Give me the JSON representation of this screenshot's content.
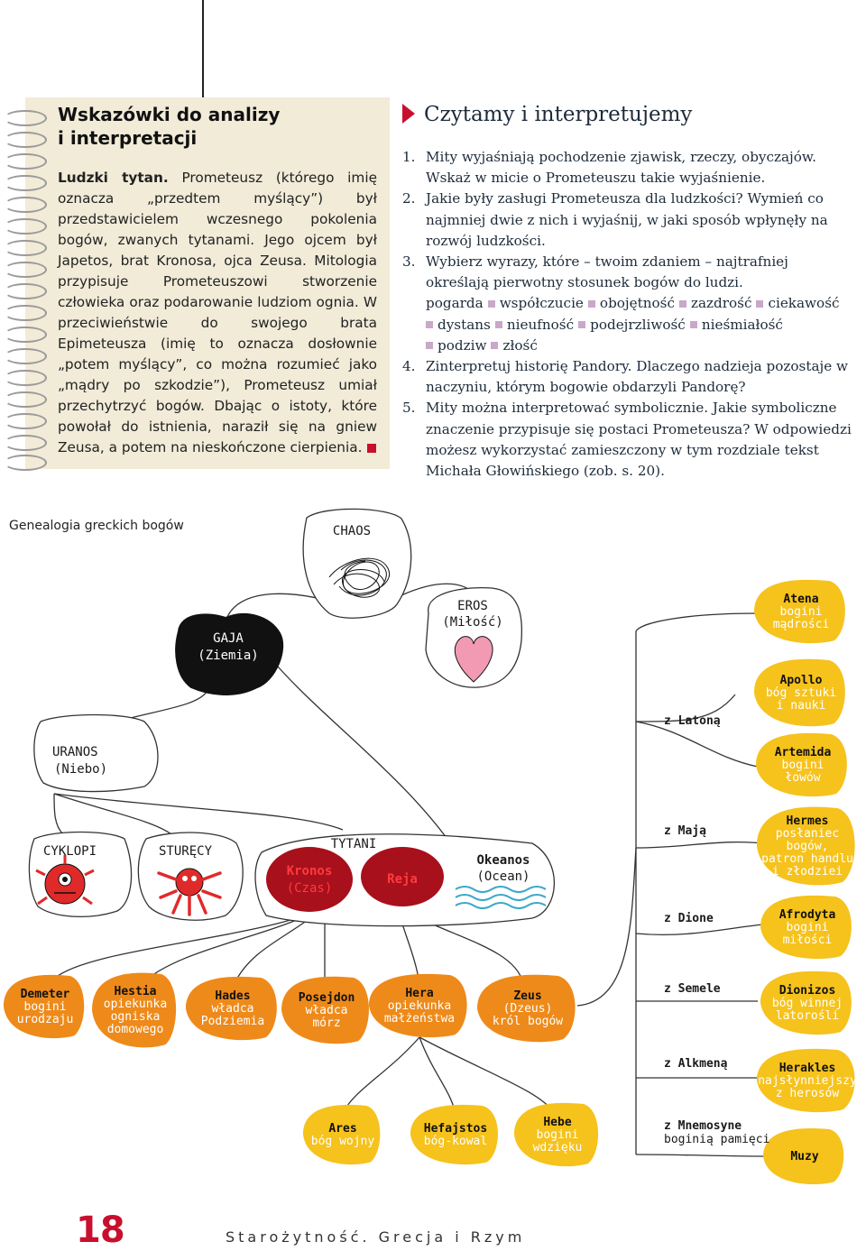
{
  "tips": {
    "title_line1": "Wskazówki do analizy",
    "title_line2": "i interpretacji",
    "lead": "Ludzki tytan.",
    "body": "Prometeusz (którego imię oznacza „przedtem myślący”) był przedstawicielem wczesnego pokolenia bogów, zwanych tytanami. Jego ojcem był Japetos, brat Kronosa, ojca Zeusa. Mitologia przypisuje Prometeuszowi stworzenie człowieka oraz podarowanie ludziom ognia. W przeciwieństwie do swojego brata Epimeteusza (imię to oznacza dosłownie „potem myślący”, co można rozumieć jako „mądry po szkodzie”), Prometeusz umiał przechytrzyć bogów. Dbając o istoty, które powołał do istnienia, naraził się na gniew Zeusa, a potem na nieskończone cierpienia."
  },
  "questions": {
    "heading": "Czytamy i interpretujemy",
    "items": [
      {
        "num": "1.",
        "text": "Mity wyjaśniają pochodzenie zjawisk, rzeczy, obyczajów. Wskaż w micie o Prometeuszu takie wyjaśnienie."
      },
      {
        "num": "2.",
        "text": "Jakie były zasługi Prometeusza dla ludzkości? Wymień co najmniej dwie z nich i wyjaśnij, w jaki sposób wpłynęły na rozwój ludzkości."
      },
      {
        "num": "3.",
        "text": "Wybierz wyrazy, które – twoim zdaniem – najtrafniej określają pierwotny stosunek bogów do ludzi."
      },
      {
        "num": "4.",
        "text": "Zinterpretuj historię Pandory. Dlaczego nadzieja pozostaje w naczyniu, którym bogowie obdarzyli Pandorę?"
      },
      {
        "num": "5.",
        "text": "Mity można interpretować symbolicznie. Jakie symboliczne znaczenie przypisuje się postaci Prometeusza? W odpowiedzi możesz wykorzystać zamieszczony w tym rozdziale tekst Michała Głowińskiego (zob. s. 20)."
      }
    ],
    "words": [
      "pogarda",
      "współczucie",
      "obojętność",
      "zazdrość",
      "ciekawość",
      "dystans",
      "nieufność",
      "podejrzliwość",
      "nieśmiałość",
      "podziw",
      "złość"
    ]
  },
  "genealogy": {
    "caption": "Genealogia greckich bogów",
    "chaos": "CHAOS",
    "gaja": [
      "GAJA",
      "(Ziemia)"
    ],
    "eros": [
      "EROS",
      "(Miłość)"
    ],
    "uranos": [
      "URANOS",
      "(Niebo)"
    ],
    "cyklopi": "CYKLOPI",
    "sturecy": "STURĘCY",
    "tytani": "TYTANI",
    "kronos": [
      "Kronos",
      "(Czas)"
    ],
    "reja": "Reja",
    "okeanos": [
      "Okeanos",
      "(Ocean)"
    ],
    "children": [
      {
        "name": "Demeter",
        "desc": [
          "bogini",
          "urodzaju"
        ]
      },
      {
        "name": "Hestia",
        "desc": [
          "opiekunka",
          "ogniska",
          "domowego"
        ]
      },
      {
        "name": "Hades",
        "desc": [
          "władca",
          "Podziemia"
        ]
      },
      {
        "name": "Posejdon",
        "desc": [
          "władca",
          "mórz"
        ]
      },
      {
        "name": "Hera",
        "desc": [
          "opiekunka",
          "małżeństwa"
        ]
      },
      {
        "name": "Zeus",
        "desc": [
          "(Dzeus)",
          "król bogów"
        ]
      }
    ],
    "hera_children": [
      {
        "name": "Ares",
        "desc": [
          "bóg wojny"
        ]
      },
      {
        "name": "Hefajstos",
        "desc": [
          "bóg-kowal"
        ]
      },
      {
        "name": "Hebe",
        "desc": [
          "bogini",
          "wdzięku"
        ]
      }
    ],
    "zeus_children": [
      {
        "name": "Atena",
        "desc": [
          "bogini",
          "mądrości"
        ]
      },
      {
        "name": "Apollo",
        "desc": [
          "bóg sztuki",
          "i nauki"
        ]
      },
      {
        "name": "Artemida",
        "desc": [
          "bogini",
          "łowów"
        ]
      },
      {
        "name": "Hermes",
        "desc": [
          "posłaniec",
          "bogów,",
          "patron handlu",
          "i złodziei"
        ]
      },
      {
        "name": "Afrodyta",
        "desc": [
          "bogini",
          "miłości"
        ]
      },
      {
        "name": "Dionizos",
        "desc": [
          "bóg winnej",
          "latorośli"
        ]
      },
      {
        "name": "Herakles",
        "desc": [
          "najsłynniejszy",
          "z herosów"
        ]
      },
      {
        "name": "Muzy",
        "desc": []
      }
    ],
    "mothers": [
      {
        "label": "z Latoną"
      },
      {
        "label": "z Mają"
      },
      {
        "label": "z Dione"
      },
      {
        "label": "z Semele"
      },
      {
        "label": "z Alkmeną"
      },
      {
        "label": "z Mnemosyne",
        "sub": "boginią pamięci"
      }
    ]
  },
  "footer": {
    "page_number": "18",
    "section_title": "Starożytność. Grecja i Rzym"
  },
  "colors": {
    "accent_red": "#c8102e",
    "yellow_node": "#f6c21c",
    "orange_node": "#ee8a1a",
    "darkred_node": "#a8101c",
    "notebook_bg": "#f1ebd8"
  }
}
